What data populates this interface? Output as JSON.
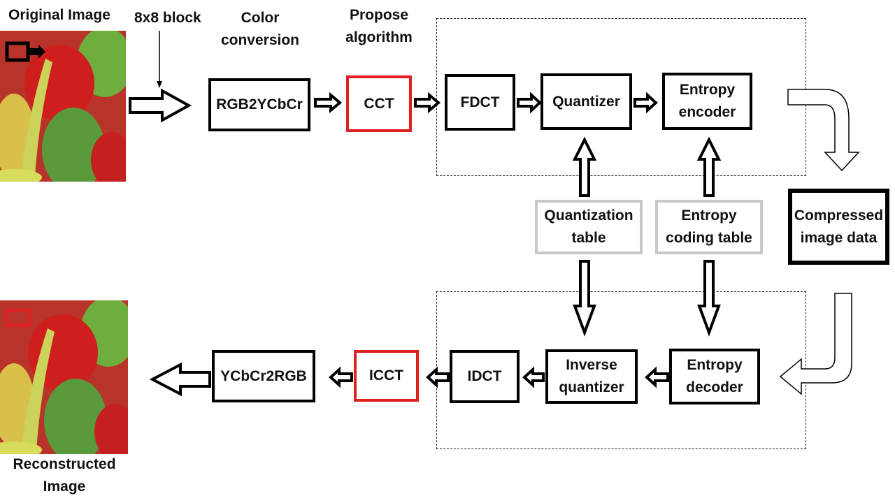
{
  "labels": {
    "original_image": "Original Image",
    "block_size": "8x8 block",
    "color_conversion": "Color conversion",
    "propose_algorithm": "Propose algorithm",
    "reconstructed_image": "Reconstructed Image"
  },
  "encoder": {
    "rgb2ycbcr": "RGB2YCbCr",
    "cct": "CCT",
    "fdct": "FDCT",
    "quantizer": "Quantizer",
    "entropy_encoder": "Entropy encoder"
  },
  "tables": {
    "quantization_table": "Quantization table",
    "entropy_coding_table": "Entropy coding table"
  },
  "output": {
    "compressed_data": "Compressed image data"
  },
  "decoder": {
    "entropy_decoder": "Entropy decoder",
    "inverse_quantizer": "Inverse quantizer",
    "idct": "IDCT",
    "icct": "ICCT",
    "ycbcr2rgb": "YCbCr2RGB"
  },
  "colors": {
    "box_border": "#000000",
    "highlight_border": "#e02020",
    "table_border": "#c8c8c8"
  },
  "icons": [
    "peppers-photo",
    "block-arrow",
    "curved-arrow"
  ]
}
